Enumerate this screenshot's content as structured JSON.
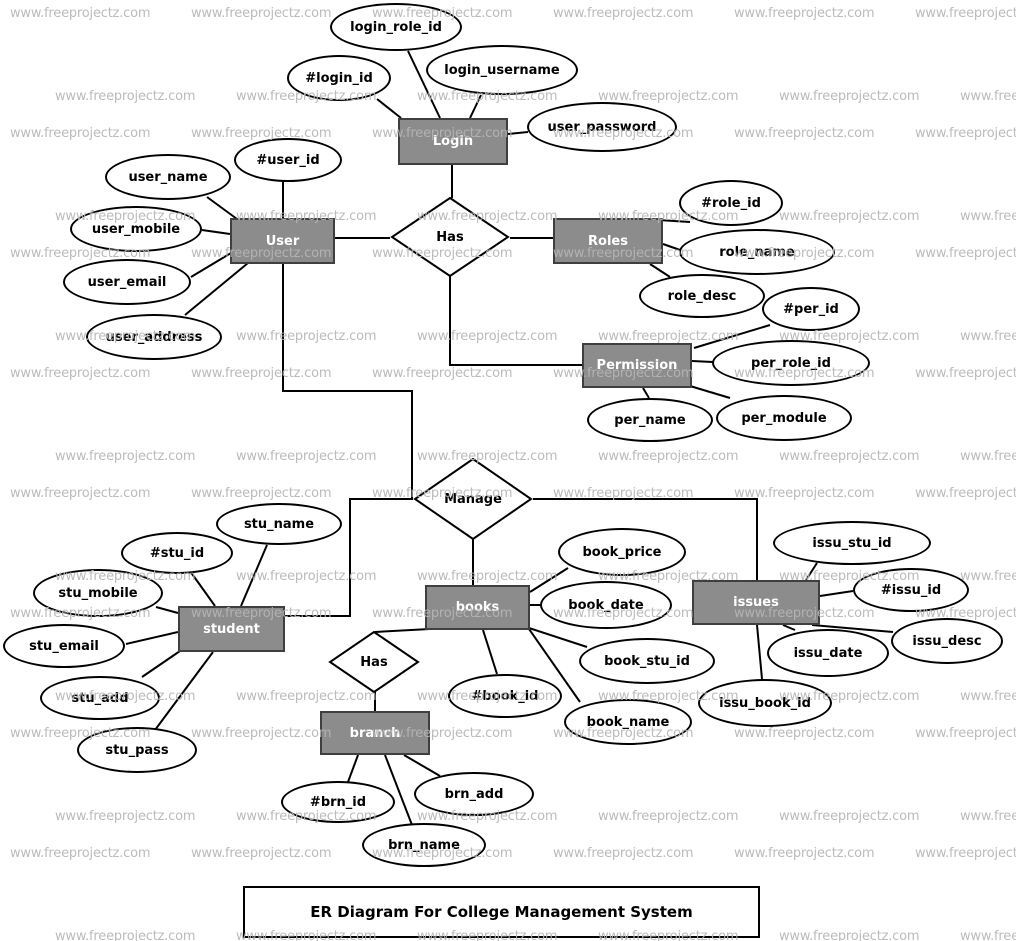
{
  "title": "ER Diagram For College Management System",
  "watermark": {
    "text": "www.freeprojectz.com"
  },
  "colors": {
    "background": "#ffffff",
    "entity_fill": "#8c8c8c",
    "entity_border": "#3f3f3f",
    "entity_text": "#ffffff",
    "shape_fill": "#ffffff",
    "shape_border": "#000000",
    "connector": "#000000",
    "watermark_text": "#b6b6b6"
  },
  "diagram": {
    "entities": [
      {
        "label": "Login",
        "attributes": [
          "login_role_id",
          "#login_id",
          "login_username",
          "user_password"
        ]
      },
      {
        "label": "User",
        "attributes": [
          "#user_id",
          "user_name",
          "user_mobile",
          "user_email",
          "user_address"
        ]
      },
      {
        "label": "Roles",
        "attributes": [
          "#role_id",
          "role_name",
          "role_desc"
        ]
      },
      {
        "label": "Permission",
        "attributes": [
          "#per_id",
          "per_role_id",
          "per_name",
          "per_module"
        ]
      },
      {
        "label": "books",
        "attributes": [
          "book_price",
          "book_date",
          "book_stu_id",
          "#book_id",
          "book_name"
        ]
      },
      {
        "label": "issues",
        "attributes": [
          "issu_stu_id",
          "#issu_id",
          "issu_desc",
          "issu_date",
          "issu_book_id"
        ]
      },
      {
        "label": "student",
        "attributes": [
          "stu_name",
          "#stu_id",
          "stu_mobile",
          "stu_email",
          "stu_add",
          "stu_pass"
        ]
      },
      {
        "label": "branch",
        "attributes": [
          "#brn_id",
          "brn_add",
          "brn_name"
        ]
      }
    ],
    "relationships": [
      {
        "label": "Has",
        "connects": [
          "Login",
          "User",
          "Roles",
          "Permission"
        ]
      },
      {
        "label": "Manage",
        "connects": [
          "User",
          "student",
          "books",
          "issues"
        ]
      },
      {
        "label": "Has",
        "connects": [
          "books",
          "branch"
        ]
      }
    ]
  }
}
